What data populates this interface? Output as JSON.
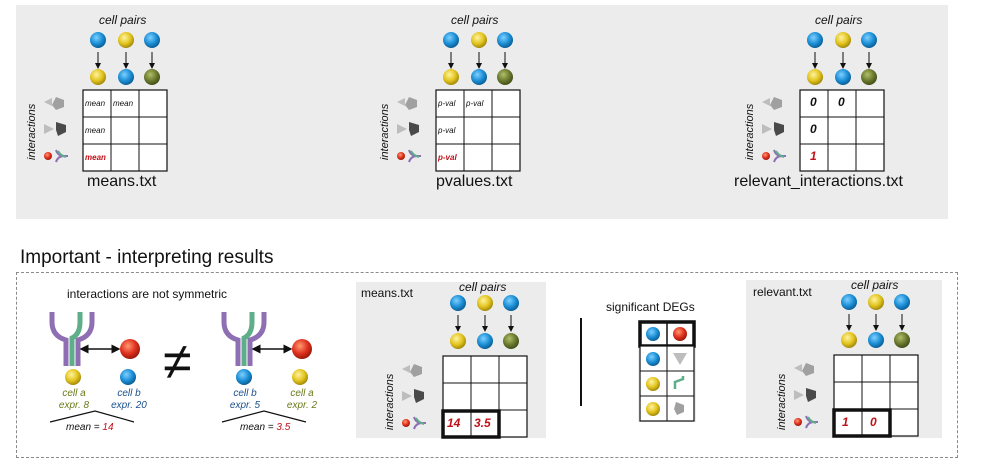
{
  "top_panel": {
    "cell_pairs_label": "cell pairs",
    "interactions_label": "interactions",
    "panels": [
      {
        "file": "means.txt",
        "cells": [
          "mean",
          "mean",
          "mean",
          "mean"
        ]
      },
      {
        "file": "pvalues.txt",
        "cells": [
          "p-val",
          "p-val",
          "p-val",
          "p-val"
        ]
      },
      {
        "file": "relevant_interactions.txt",
        "cells": [
          "0",
          "0",
          "0",
          "1"
        ]
      }
    ]
  },
  "bottom": {
    "section_title": "Important - interpreting results",
    "symmetry_title": "interactions are not symmetric",
    "left_example": {
      "cell_a": "cell a",
      "cell_a_expr": "expr. 8",
      "cell_b": "cell b",
      "cell_b_expr": "expr. 20",
      "mean_label": "mean = ",
      "mean_value": "14"
    },
    "right_example": {
      "cell_b": "cell b",
      "cell_b_expr": "expr. 5",
      "cell_a": "cell a",
      "cell_a_expr": "expr. 2",
      "mean_label": "mean = ",
      "mean_value": "3.5"
    },
    "not_equal": "≠",
    "means_title": "means.txt",
    "means_values": [
      "14",
      "3.5"
    ],
    "degs_title": "significant DEGs",
    "relevant_title": "relevant.txt",
    "relevant_values": [
      "1",
      "0"
    ]
  },
  "colors": {
    "blue": "#1b8fd6",
    "yellow": "#e2c41e",
    "olive": "#6b7a2e",
    "red": "#e0301e",
    "purple": "#8e6fb3",
    "green": "#5fae8a",
    "highlight_text": "#c0101a"
  }
}
